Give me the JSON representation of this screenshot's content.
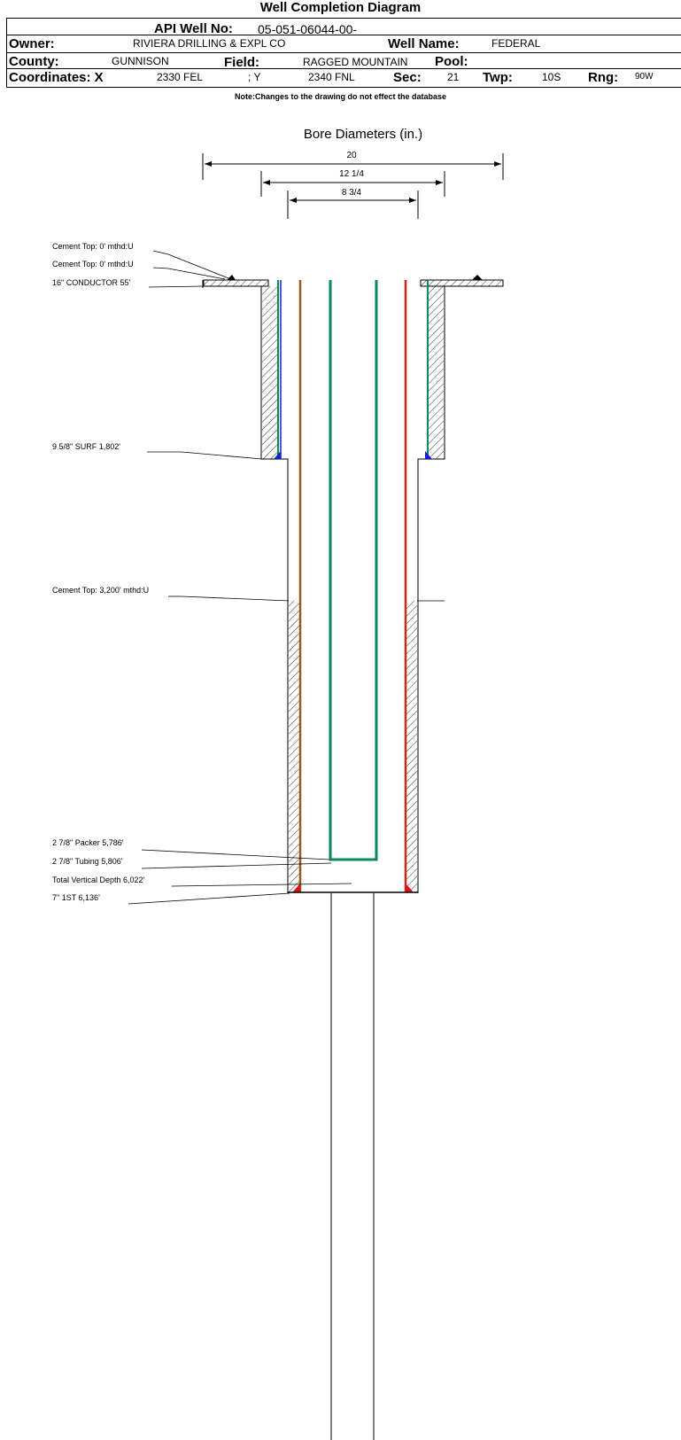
{
  "header": {
    "title": "Well Completion Diagram",
    "api_label": "API Well No:",
    "api_value": "05-051-06044-00-",
    "owner_label": "Owner:",
    "owner_value": "RIVIERA DRILLING & EXPL CO",
    "wellname_label": "Well Name:",
    "wellname_value": "FEDERAL",
    "county_label": "County:",
    "county_value": "GUNNISON",
    "field_label": "Field:",
    "field_value": "RAGGED MOUNTAIN",
    "pool_label": "Pool:",
    "pool_value": "",
    "coords_label": "Coordinates: X",
    "x_value": "2330 FEL",
    "y_label": "; Y",
    "y_value": "2340 FNL",
    "sec_label": "Sec:",
    "sec_value": "21",
    "twp_label": "Twp:",
    "twp_value": "10S",
    "rng_label": "Rng:",
    "rng_value": "90W"
  },
  "note": "Note:Changes to the drawing do not effect the database",
  "bore": {
    "title": "Bore Diameters (in.)",
    "dims": [
      "20",
      "12 1/4",
      "8 3/4"
    ]
  },
  "annotations": [
    "Cement Top: 0' mthd:U",
    "Cement Top: 0' mthd:U",
    "16\" CONDUCTOR  55'",
    "9 5/8\" SURF       1,802'",
    "Cement Top: 3,200' mthd:U",
    "2 7/8\" Packer 5,786'",
    "2 7/8\" Tubing 5,806'",
    "Total Vertical Depth 6,022'",
    "7\" 1ST        6,136'"
  ],
  "colors": {
    "surface_casing": "#0a8a5a",
    "production_casing_left": "#9a5a1a",
    "production_casing_right": "#cc2a10",
    "tubing": "#0a8a5a",
    "cement_shoe_red": "#e01010",
    "cement_shoe_blue": "#1020d0"
  }
}
